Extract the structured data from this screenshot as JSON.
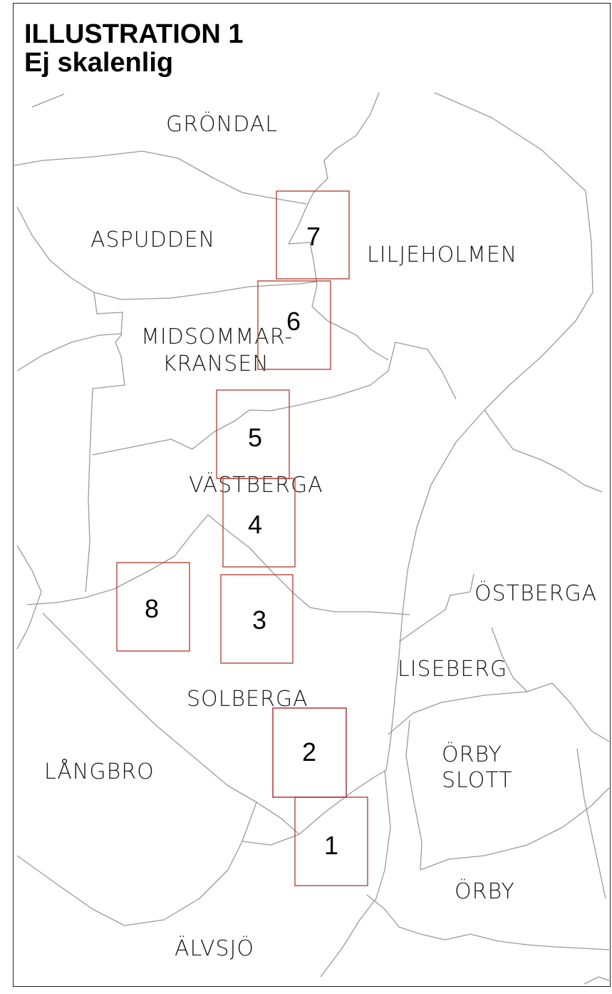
{
  "title": {
    "line1": "ILLUSTRATION 1",
    "line2": "Ej skalenlig"
  },
  "districts": [
    {
      "id": "grondal",
      "lines": [
        "GRÖNDAL"
      ]
    },
    {
      "id": "aspudden",
      "lines": [
        "ASPUDDEN"
      ]
    },
    {
      "id": "liljeholmen",
      "lines": [
        "LILJEHOLMEN"
      ]
    },
    {
      "id": "midsommarkransen",
      "lines": [
        "MIDSOMMAR-",
        "KRANSEN"
      ]
    },
    {
      "id": "vastberga",
      "lines": [
        "VÄSTBERGA"
      ]
    },
    {
      "id": "ostberga",
      "lines": [
        "ÖSTBERGA"
      ]
    },
    {
      "id": "liseberg",
      "lines": [
        "LISEBERG"
      ]
    },
    {
      "id": "solberga",
      "lines": [
        "SOLBERGA"
      ]
    },
    {
      "id": "langbro",
      "lines": [
        "LÅNGBRO"
      ]
    },
    {
      "id": "orby-slott",
      "lines": [
        "ÖRBY",
        "SLOTT"
      ]
    },
    {
      "id": "orby",
      "lines": [
        "ÖRBY"
      ]
    },
    {
      "id": "alvsjo",
      "lines": [
        "ÄLVSJÖ"
      ]
    }
  ],
  "sheets": [
    {
      "label": "1",
      "highlighted": false
    },
    {
      "label": "2",
      "highlighted": true
    },
    {
      "label": "3",
      "highlighted": false
    },
    {
      "label": "4",
      "highlighted": false
    },
    {
      "label": "5",
      "highlighted": false
    },
    {
      "label": "6",
      "highlighted": false
    },
    {
      "label": "7",
      "highlighted": false
    },
    {
      "label": "8",
      "highlighted": false
    }
  ],
  "colors": {
    "sheet_outline": "#b5473a",
    "sheet_highlight": "#a5282a",
    "boundary": "#9a9a9a"
  }
}
